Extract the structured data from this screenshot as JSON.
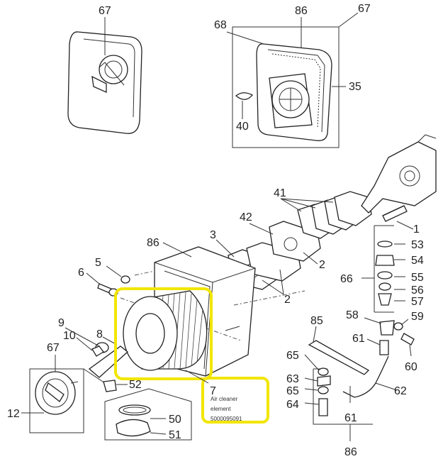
{
  "labels": {
    "l67a": "67",
    "l86a": "86",
    "l67b": "67",
    "l68": "68",
    "l35": "35",
    "l40": "40",
    "l41": "41",
    "l42": "42",
    "l1": "1",
    "l3": "3",
    "l2a": "2",
    "l2b": "2",
    "l86b": "86",
    "l5": "5",
    "l6": "6",
    "l53": "53",
    "l54": "54",
    "l66": "66",
    "l55": "55",
    "l56": "56",
    "l57": "57",
    "l58": "58",
    "l59": "59",
    "l85": "85",
    "l61a": "61",
    "l60": "60",
    "l9": "9",
    "l10": "10",
    "l8": "8",
    "l67c": "67",
    "l65a": "65",
    "l63": "63",
    "l65b": "65",
    "l64": "64",
    "l62": "62",
    "l61b": "61",
    "l86c": "86",
    "l52": "52",
    "l12": "12",
    "l50": "50",
    "l51": "51",
    "l7": "7"
  },
  "callout": {
    "number": "7",
    "line1": "Air cleaner",
    "line2": "element",
    "part_no": "5000095091"
  },
  "highlight_color": "#f2e600"
}
